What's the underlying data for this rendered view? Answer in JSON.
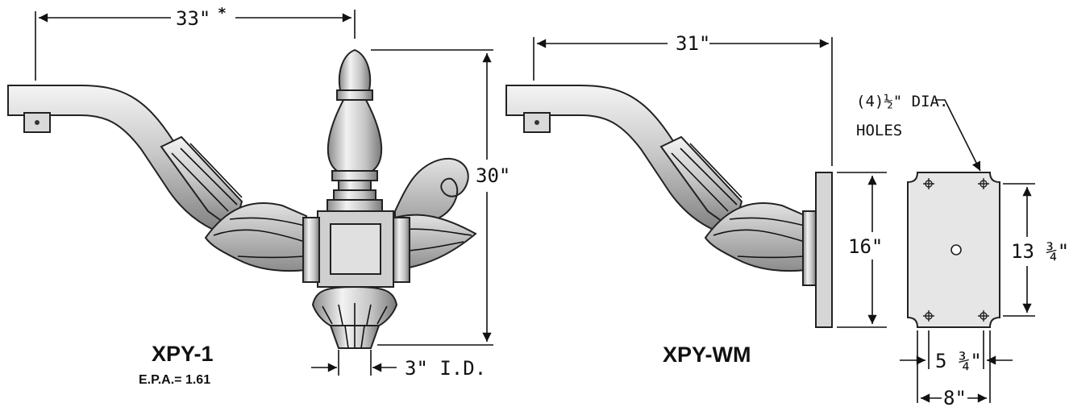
{
  "left_model": {
    "name": "XPY-1",
    "epa": "E.P.A.= 1.61",
    "span": "33\"",
    "span_mark": "*",
    "height": "30\"",
    "id": "3\" I.D."
  },
  "right_model": {
    "name": "XPY-WM",
    "span": "31\"",
    "plate_height": "16\"",
    "hole_spacing_v": "13 ¾\"",
    "hole_spacing_h": "5 ¾\"",
    "plate_width": "8\"",
    "holes_line1": "(4)½\" DIA.",
    "holes_line2": "HOLES"
  },
  "colors": {
    "metal_light": "#eeeeee",
    "metal_mid": "#b5b5b5",
    "metal_dark": "#6e6e6e",
    "ink": "#111111"
  }
}
